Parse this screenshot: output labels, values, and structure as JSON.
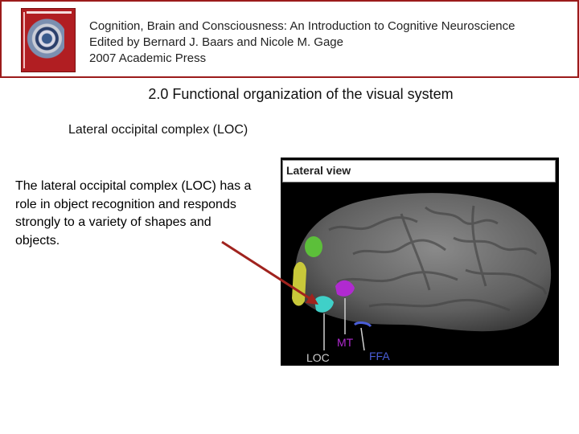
{
  "header": {
    "book_title": "Cognition, Brain and Consciousness: An Introduction to Cognitive Neuroscience",
    "editors": "Edited by Bernard J. Baars and Nicole M. Gage",
    "publisher": "2007 Academic Press"
  },
  "slide": {
    "title": "2.0 Functional organization of the visual system",
    "subtitle": "Lateral occipital complex (LOC)",
    "body": "The lateral occipital complex (LOC) has a role in object recognition and responds strongly to a variety of shapes and objects."
  },
  "figure": {
    "panel_label": "Lateral view",
    "labels": {
      "loc": "LOC",
      "mt": "MT",
      "ffa": "FFA"
    },
    "colors": {
      "loc": "#3fd0c8",
      "mt": "#b02ad0",
      "ffa": "#4a5ed8",
      "green_region": "#5cbf3a",
      "yellow_region": "#c8c83a",
      "arrow": "#a0231e"
    }
  }
}
